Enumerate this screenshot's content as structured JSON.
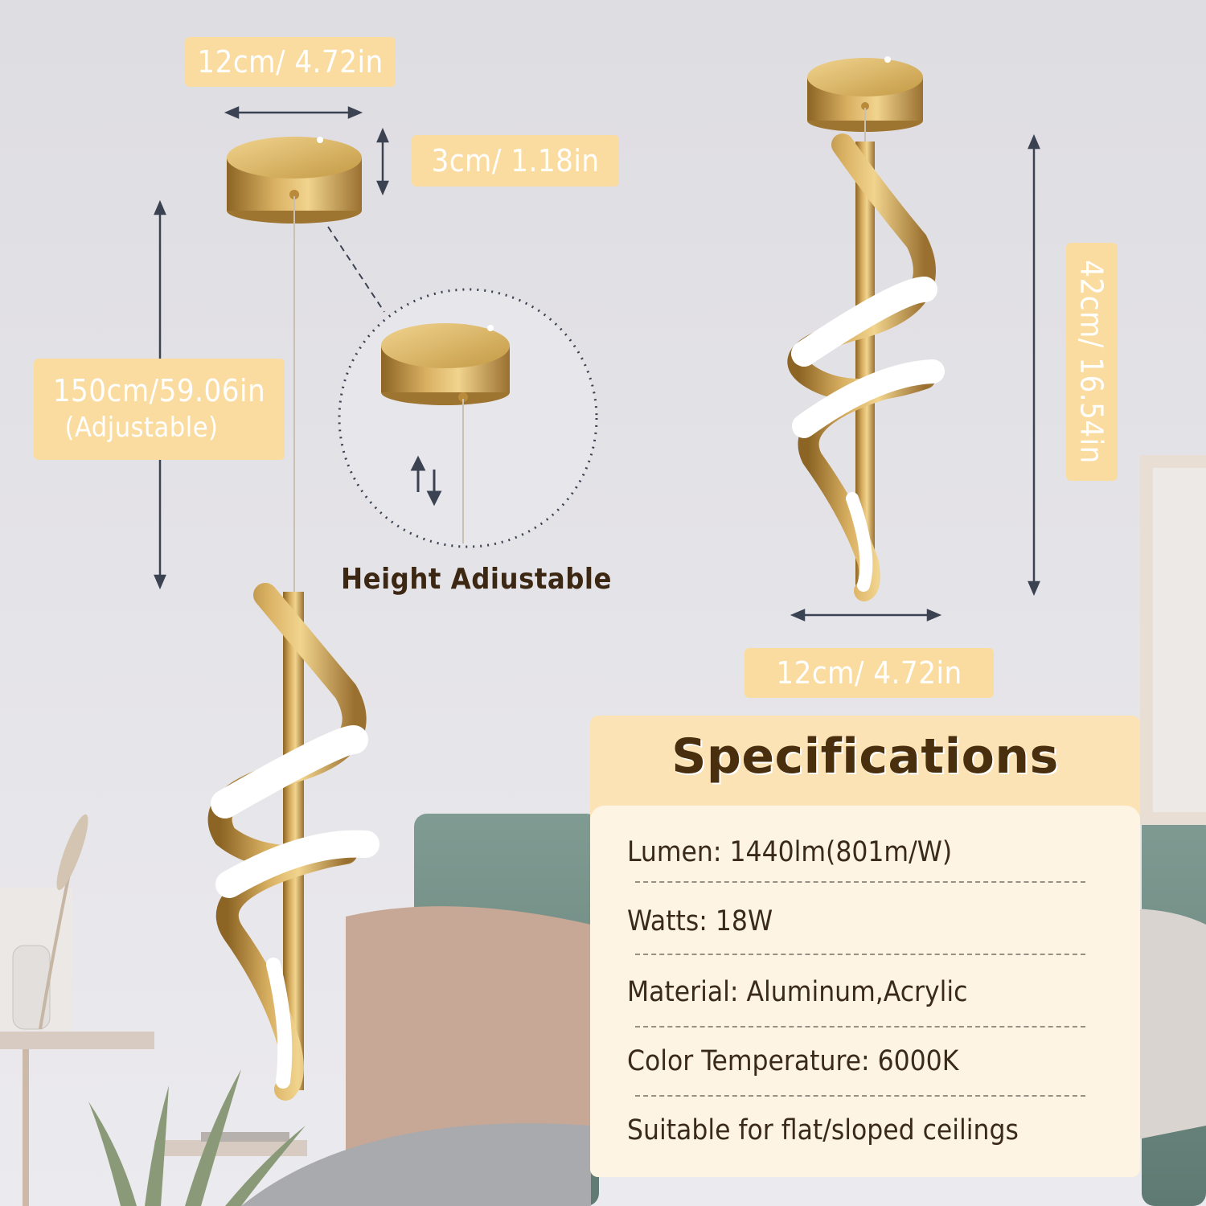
{
  "dimensions": {
    "canopy_width": "12cm/ 4.72in",
    "canopy_height": "3cm/ 1.18in",
    "cable_length": "150cm/59.06in",
    "cable_note": "(Adjustable)",
    "fixture_height": "42cm/ 16.54in",
    "fixture_width": "12cm/ 4.72in"
  },
  "feature_label": "Height Adiustable",
  "specifications": {
    "title": "Specifications",
    "items": [
      "Lumen: 1440lm(801m/W)",
      "Watts: 18W",
      "Material: Aluminum,Acrylic",
      "Color Temperature: 6000K",
      "Suitable for flat/sloped ceilings"
    ]
  },
  "colors": {
    "gold": "#c49a45",
    "label_bg": "#fbdca0",
    "wall": "#e4e3e7",
    "spec_title": "#4a2f0f"
  }
}
